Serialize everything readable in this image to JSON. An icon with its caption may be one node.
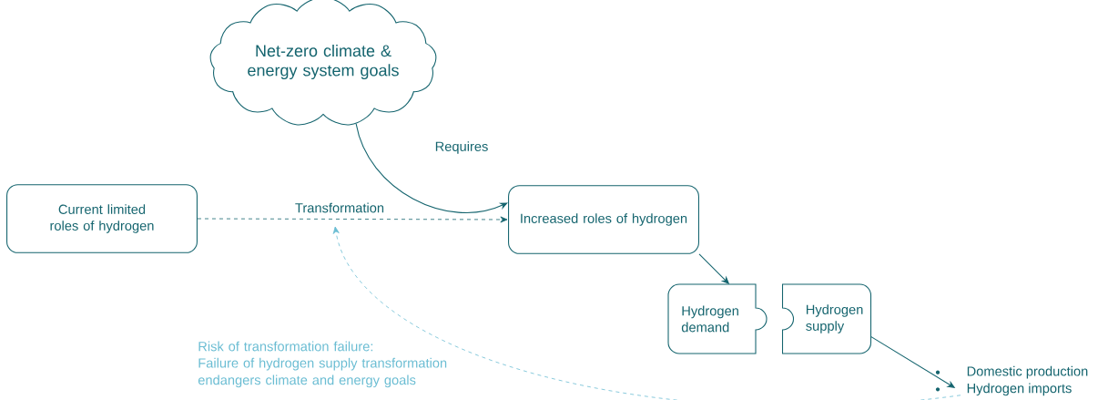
{
  "diagram": {
    "nodes": [
      {
        "text": [
          "Net-zero climate & energy system goals"
        ]
      },
      {
        "text": [
          "Current limited roles of hydrogen"
        ]
      },
      {
        "text": [
          "Increased roles of hydrogen"
        ]
      },
      {
        "text": [
          "Hydrogen demand"
        ]
      },
      {
        "text": [
          "Hydrogen supply"
        ]
      },
      {
        "text": [
          "Domestic production",
          "Hydrogen imports"
        ]
      }
    ],
    "edges": [
      {
        "from": 0,
        "to": 2,
        "arrow": "to",
        "label": "Requires"
      },
      {
        "from": 1,
        "to": 2,
        "arrow": "to",
        "label": "Transformation",
        "style": "dashed"
      },
      {
        "from": 2,
        "to": 3,
        "arrow": "to"
      },
      {
        "from": 4,
        "to": 5,
        "arrow": "to"
      },
      {
        "from": 5,
        "to": null,
        "arrow": "to",
        "style": "dashed",
        "color": "#6bbdd3"
      }
    ],
    "labels": [
      "Risk of transformation failure:",
      "Failure of hydrogen supply transformation endangers climate and energy goals"
    ]
  }
}
